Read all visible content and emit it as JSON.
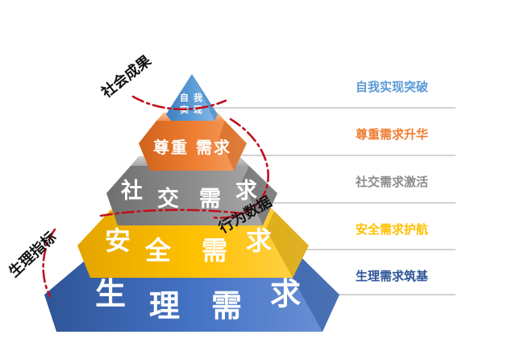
{
  "colors": {
    "line": "#b8b8b8",
    "arc": "#c0101e",
    "blue": "#4472c4",
    "yellow": "#ffc000",
    "gray": "#8c8c8c",
    "orange": "#ed7d31",
    "lightblue": "#5b9bd5"
  },
  "pyramid": {
    "levels": [
      {
        "key": "zh",
        "text": "自我实现",
        "label": "自我实现突破",
        "label_color": "#5b9bd5",
        "base": "#5b9bd5"
      },
      {
        "key": "zz",
        "text": "尊重需求",
        "label": "尊重需求升华",
        "label_color": "#ed7d31",
        "base": "#ed7d31"
      },
      {
        "key": "sj",
        "text": "社交需求",
        "label": "社交需求激活",
        "label_color": "#8c8c8c",
        "base": "#8c8c8c"
      },
      {
        "key": "aq",
        "text": "安全需求",
        "label": "安全需求护航",
        "label_color": "#ffc000",
        "base": "#ffc000"
      },
      {
        "key": "sl",
        "text": "生理需求",
        "label": "生理需求筑基",
        "label_color": "#2e5597",
        "base": "#4472c4"
      }
    ]
  },
  "annotations": {
    "top": "社会成果",
    "middle": "行为数据",
    "left": "生理指标"
  }
}
